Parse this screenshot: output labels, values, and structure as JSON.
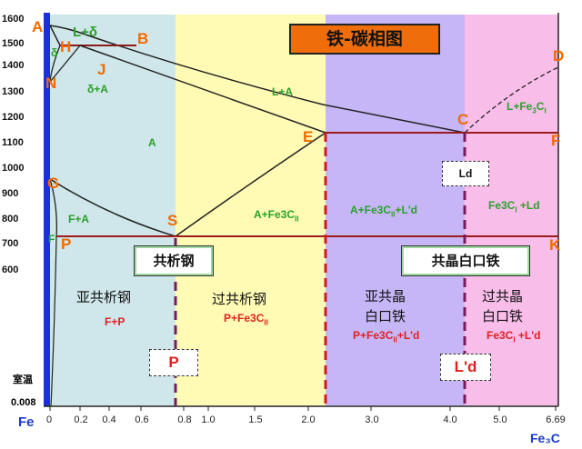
{
  "title": "铁-碳相图",
  "axis": {
    "y_ticks": [
      "1600",
      "1500",
      "1400",
      "1300",
      "1200",
      "1100",
      "1000",
      "900",
      "800",
      "700",
      "600"
    ],
    "room_temp": "室温",
    "y_bottom": "0.008",
    "x_left": "Fe",
    "x_right": "Fe₃C",
    "x_ticks": [
      "0",
      "0.2",
      "0.4",
      "0.6",
      "0.8",
      "1.0",
      "1.5",
      "2.0",
      "3.0",
      "4.0",
      "5.0",
      "6.69"
    ]
  },
  "points": {
    "A": "A",
    "B": "B",
    "H": "H",
    "delta": "δ",
    "J": "J",
    "N": "N",
    "G": "G",
    "S": "S",
    "E": "E",
    "C": "C",
    "D": "D",
    "F": "F",
    "K": "K",
    "P": "P"
  },
  "phases": {
    "l_delta": "L+δ",
    "delta_a": "δ+A",
    "l_a": "L+A",
    "a": "A",
    "f_a": "F+A",
    "f": "F",
    "a_fe3c": "A+Fe3C",
    "a_fe3c_sub": "II",
    "a_fe3c_ld": "A+Fe3C",
    "a_fe3c_ld_sub": "II",
    "a_fe3c_ld_tail": "+L'd",
    "l_fe3c": "L+Fe",
    "l_fe3c_sub3": "3",
    "l_fe3c_c": "C",
    "l_fe3c_sub": "I",
    "fe3c_ld": "Fe3C",
    "fe3c_ld_sub": "I",
    "fe3c_ld_tail": " +Ld",
    "ld": "Ld"
  },
  "boxes": {
    "eutectoid": "共析钢",
    "eutectic": "共晶白口铁"
  },
  "regions": {
    "hypo_steel": "亚共析钢",
    "hypo_steel_phase": "F+P",
    "hyper_steel": "过共析钢",
    "hyper_steel_phase": "P+Fe3C",
    "hyper_steel_sub": "II",
    "hypo_iron_1": "亚共晶",
    "hypo_iron_2": "白口铁",
    "hypo_iron_phase": "P+Fe3C",
    "hypo_iron_sub": "II",
    "hypo_iron_tail": "+L'd",
    "hyper_iron_1": "过共晶",
    "hyper_iron_2": "白口铁",
    "hyper_iron_phase": "Fe3C",
    "hyper_iron_sub": "I",
    "hyper_iron_tail": " +L'd"
  },
  "bottom_boxes": {
    "p": "P",
    "ld_prime": "L'd"
  },
  "colors": {
    "steel_bg": "#cfe6ea",
    "hyper_steel_bg": "#fffbb4",
    "hypo_iron_bg": "#c7b6f7",
    "hyper_iron_bg": "#f9bdea",
    "lines": "#222222",
    "eutectic_line": "#9b1b1b",
    "dashed_lines": "#8a1a6b",
    "fe_bar": "#1a2fe0",
    "point_labels": "#f26a00",
    "phase_labels": "#2aa02a",
    "red_labels": "#e02020",
    "title_bg": "#f06d0c"
  }
}
